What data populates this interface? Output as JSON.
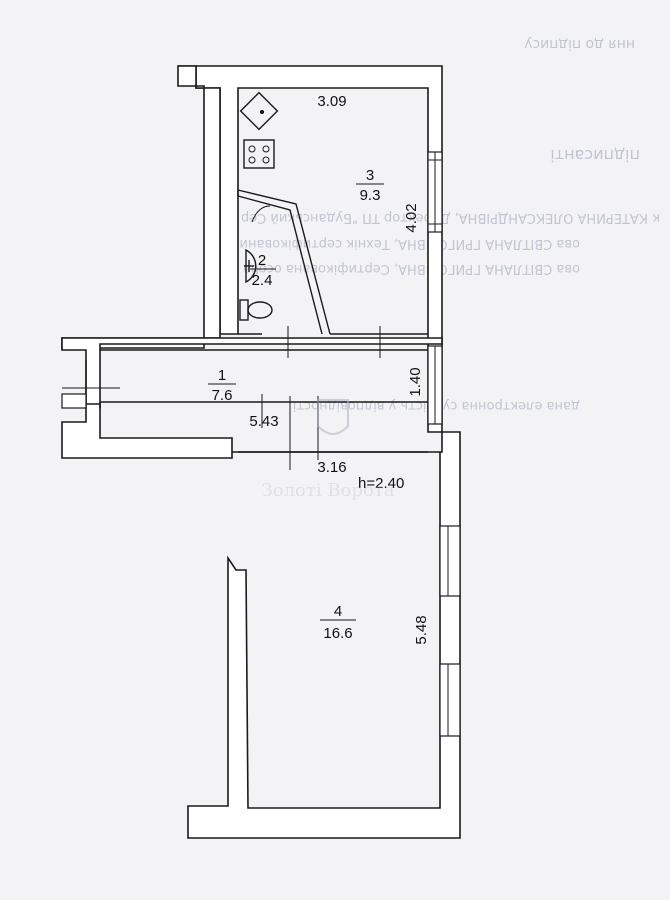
{
  "background_text": {
    "line_top": "ння до підпису",
    "heading": "підписанті",
    "line1": "к КАТЕРИНА ОЛЕКСАНДРІВНА, Директор ТП \"Буданський Сер",
    "line2": "ова СВІТЛАНА ГРИГОРІВНА, Технік сертифікований",
    "line3": "ова СВІТЛАНА ГРИГОРІВНА, Сертифікована особа",
    "line4": "дана електронна сутність у відповідності"
  },
  "watermark": {
    "text": "Золоті Ворота"
  },
  "rooms": [
    {
      "number": "1",
      "area": "7.6"
    },
    {
      "number": "2",
      "area": "2.4"
    },
    {
      "number": "3",
      "area": "9.3"
    },
    {
      "number": "4",
      "area": "16.6"
    }
  ],
  "dimensions": {
    "room3_width": "3.09",
    "room3_length": "4.02",
    "room1_length": "5.43",
    "room1_width": "1.40",
    "room4_width": "3.16",
    "room4_length": "5.48",
    "ceiling_height": "h=2.40"
  },
  "fixtures": [
    "stove-icon",
    "cooktop-icon",
    "sink-icon",
    "toilet-icon",
    "door-swing-icon"
  ]
}
